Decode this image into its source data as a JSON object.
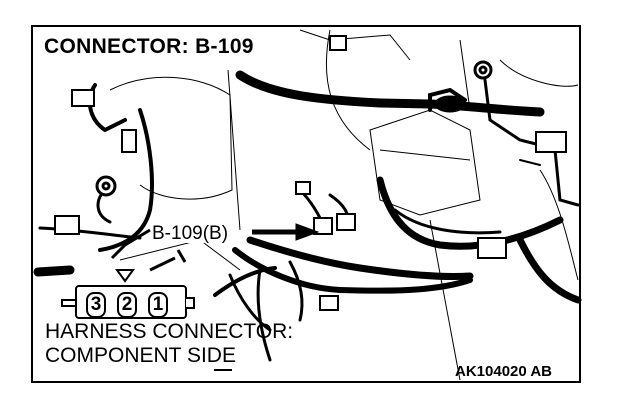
{
  "diagram": {
    "title": "CONNECTOR: B-109",
    "callout_label": "B-109(B)",
    "connector_pins": [
      "3",
      "2",
      "1"
    ],
    "view_label_line1": "HARNESS CONNECTOR:",
    "view_label_line2": "COMPONENT SIDE",
    "figure_id": "AK104020 AB"
  },
  "colors": {
    "ink": "#000000",
    "paper": "#ffffff"
  }
}
